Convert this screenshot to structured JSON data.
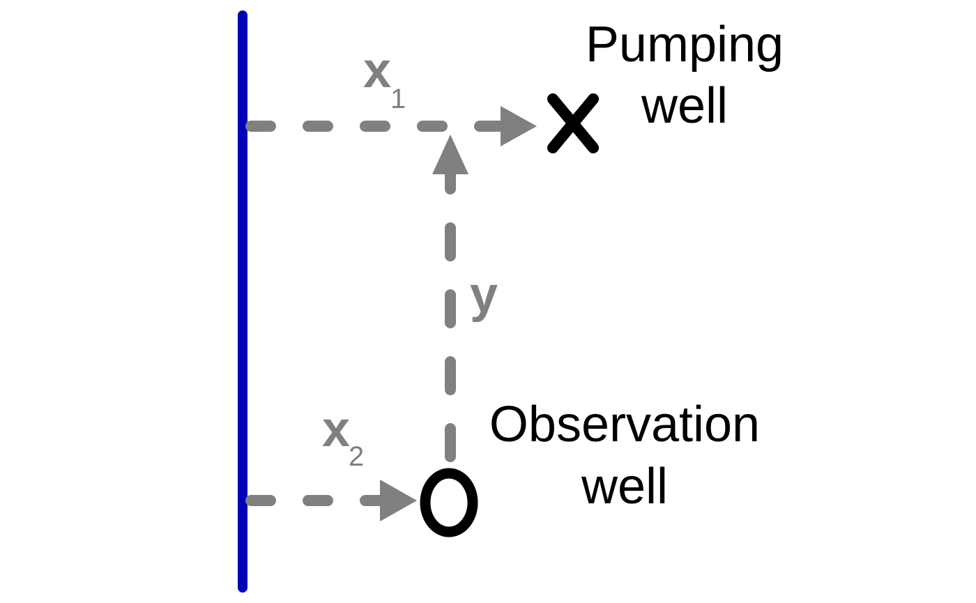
{
  "labels": {
    "pumping_well_line1": "Pumping",
    "pumping_well_line2": "well",
    "observation_well_line1": "Observation",
    "observation_well_line2": "well",
    "x1_base": "x",
    "x1_sub": "1",
    "x2_base": "x",
    "x2_sub": "2",
    "y": "y"
  },
  "colors": {
    "boundary": "#0000b8",
    "arrows": "#808080",
    "wells": "#000000",
    "text": "#000000",
    "dimension_text": "#808080"
  },
  "icons": {
    "pumping_well": "x-cross-icon",
    "observation_well": "circle-icon"
  }
}
